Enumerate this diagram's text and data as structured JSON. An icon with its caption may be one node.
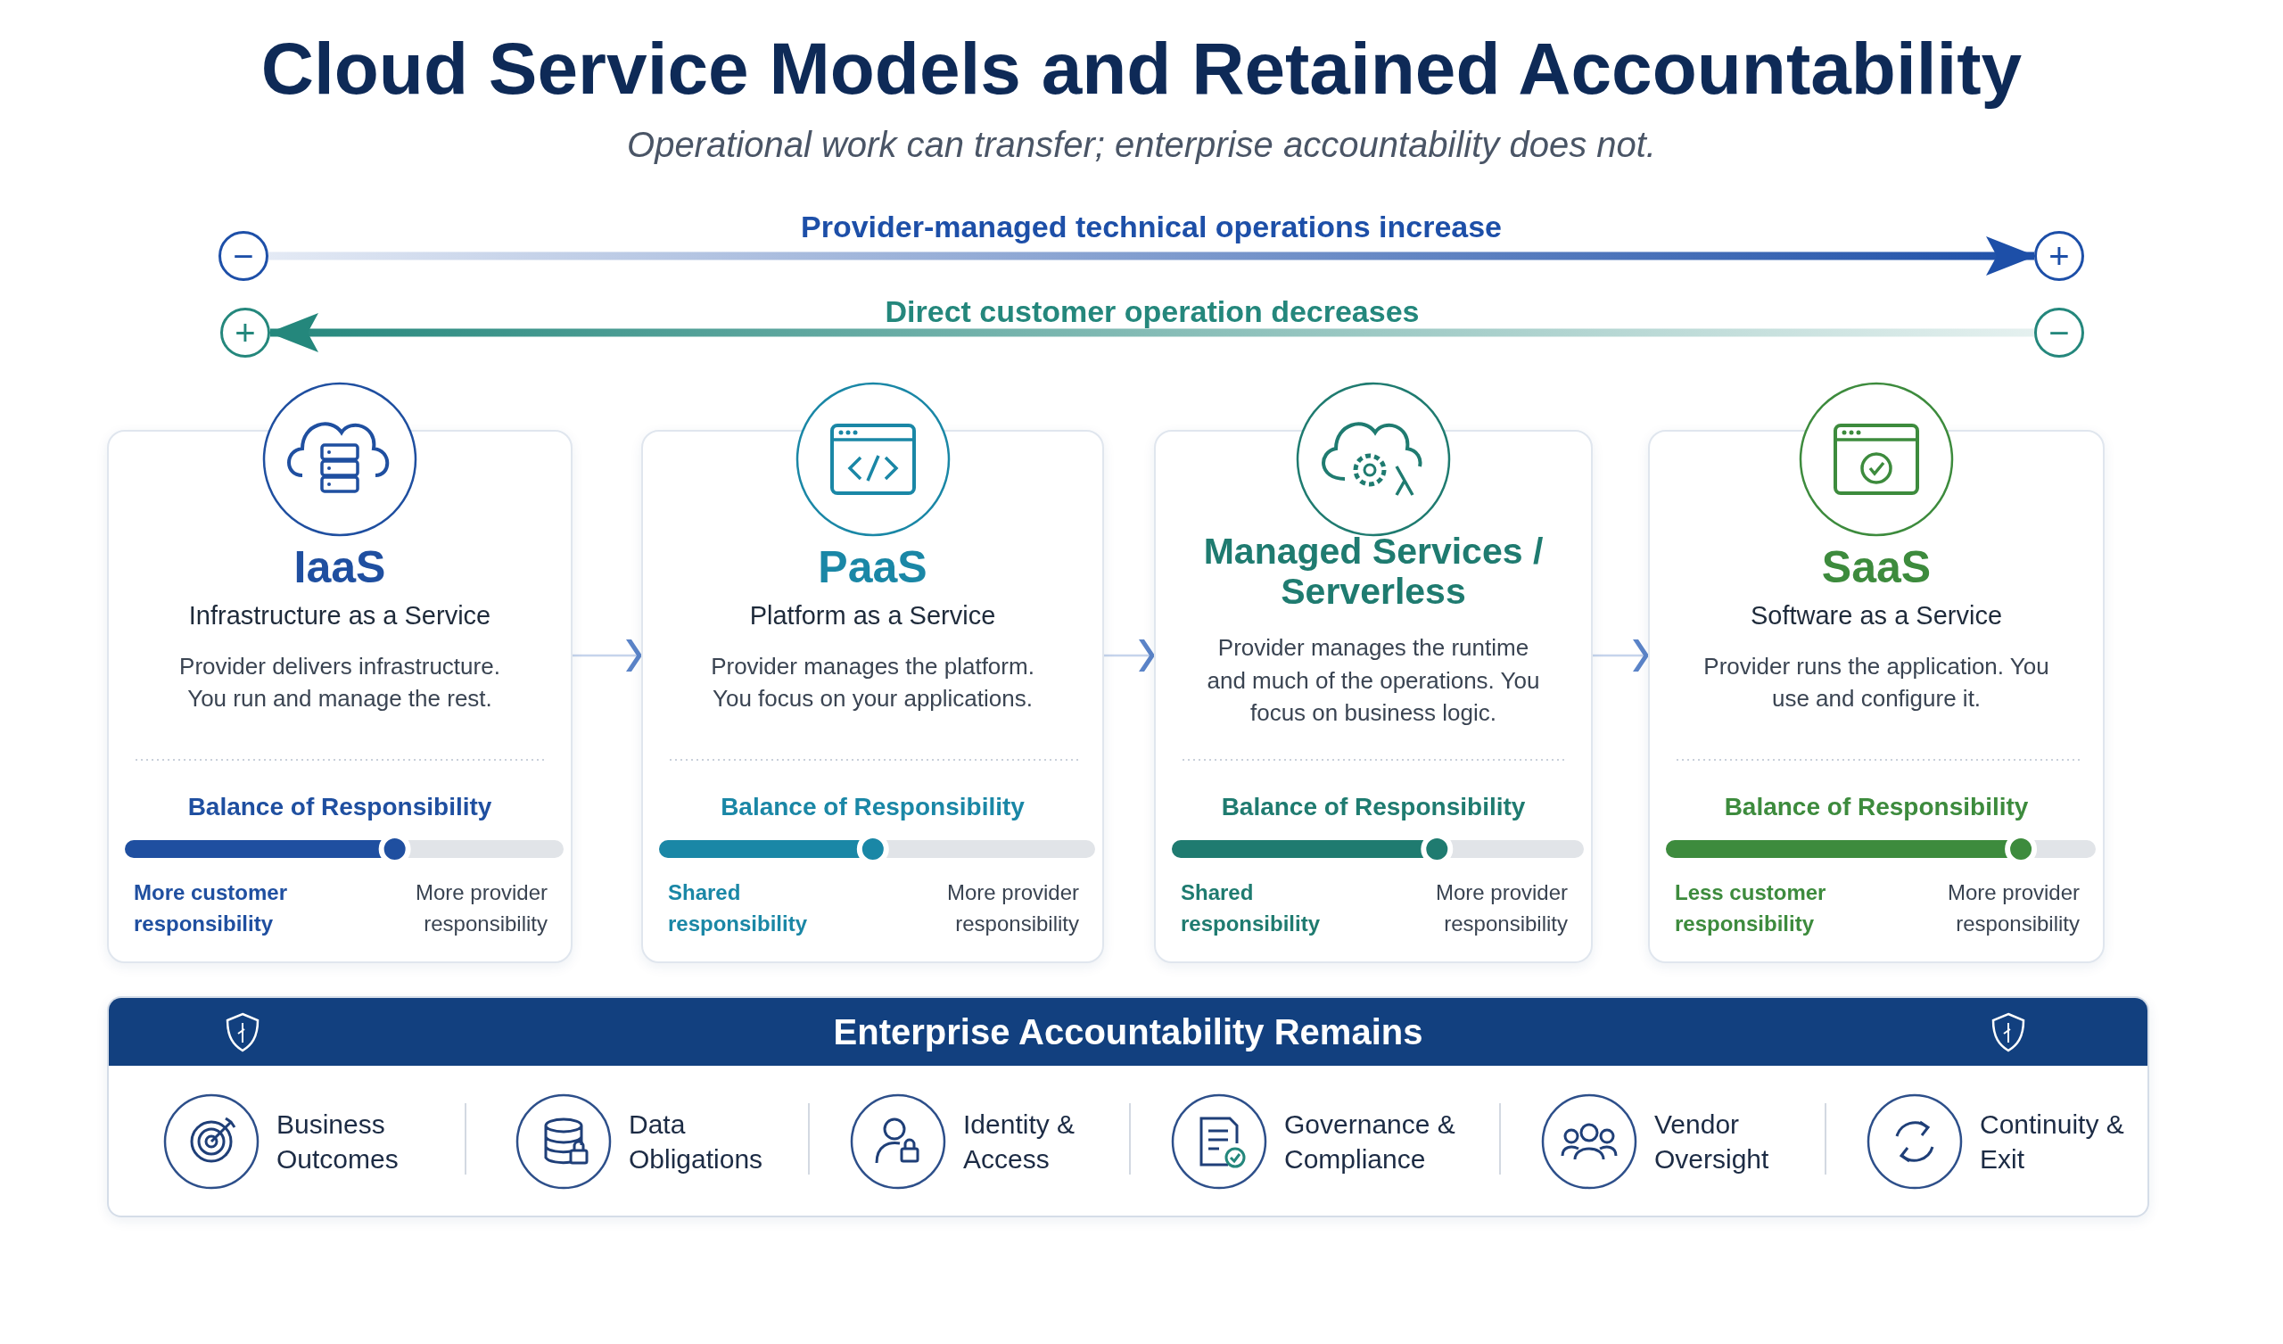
{
  "diagram": {
    "title": "Cloud Service Models and Retained Accountability",
    "caption": "Operational work can transfer; enterprise accountability does not.",
    "nodes": [
      {
        "text": [
          "−"
        ]
      },
      {
        "text": [
          "+"
        ]
      },
      {
        "text": [
          "+"
        ]
      },
      {
        "text": [
          "−"
        ]
      },
      {
        "text": [
          "IaaS",
          "Infrastructure as a Service",
          "Provider delivers infrastructure. You run and manage the rest.",
          "Balance of Responsibility",
          "More customer responsibility",
          "More provider responsibility"
        ]
      },
      {
        "text": [
          "PaaS",
          "Platform as a Service",
          "Provider manages the platform. You focus on your applications.",
          "Balance of Responsibility",
          "Shared responsibility",
          "More provider responsibility"
        ]
      },
      {
        "text": [
          "Managed Services / Serverless",
          "Provider manages the runtime and much of the operations. You focus on business logic.",
          "Balance of Responsibility",
          "Shared responsibility",
          "More provider responsibility"
        ]
      },
      {
        "text": [
          "SaaS",
          "Software as a Service",
          "Provider runs the application. You use and configure it.",
          "Balance of Responsibility",
          "Less customer responsibility",
          "More provider responsibility"
        ]
      },
      {
        "text": [
          "Enterprise Accountability Remains"
        ]
      },
      {
        "text": [
          "Business Outcomes"
        ],
        "in": 8
      },
      {
        "text": [
          "Data Obligations"
        ],
        "in": 8
      },
      {
        "text": [
          "Identity & Access"
        ],
        "in": 8
      },
      {
        "text": [
          "Governance & Compliance"
        ],
        "in": 8
      },
      {
        "text": [
          "Vendor Oversight"
        ],
        "in": 8
      },
      {
        "text": [
          "Continuity & Exit"
        ],
        "in": 8
      }
    ],
    "edges": [
      {
        "from": 0,
        "to": 1,
        "arrow": "to",
        "label": "Provider-managed technical operations increase",
        "color": "#1d4fa8"
      },
      {
        "from": 3,
        "to": 2,
        "arrow": "to",
        "label": "Direct customer operation decreases",
        "color": "#24877c"
      },
      {
        "from": 4,
        "to": 5,
        "arrow": "to"
      },
      {
        "from": 5,
        "to": 6,
        "arrow": "to"
      },
      {
        "from": 6,
        "to": 7,
        "arrow": "to"
      }
    ]
  }
}
